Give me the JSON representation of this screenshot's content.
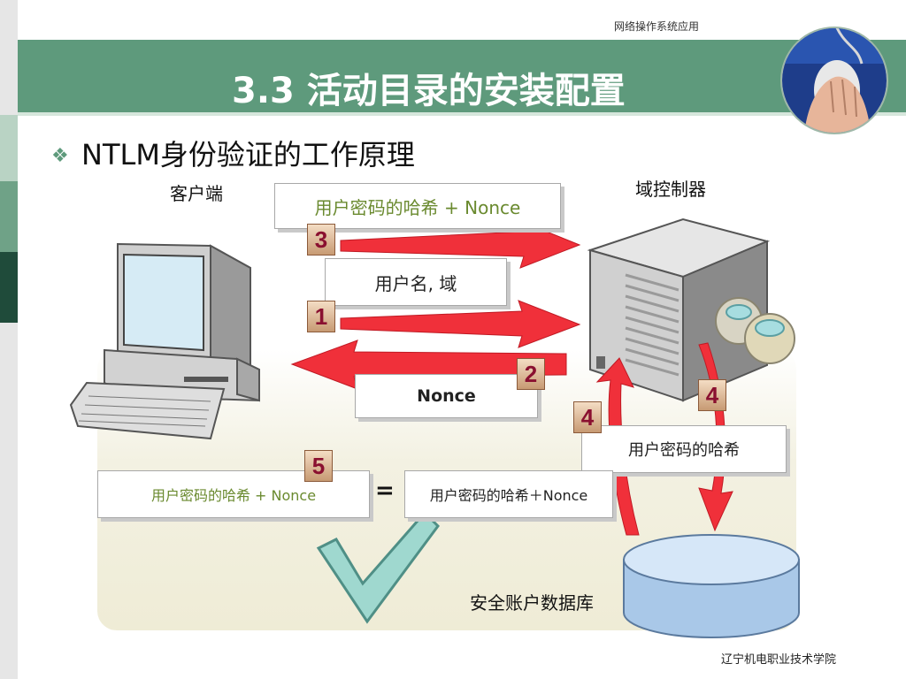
{
  "header": {
    "course_name": "网络操作系统应用",
    "title": "3.3 活动目录的安装配置",
    "photo": "mouse-hand-photo"
  },
  "content": {
    "bullet_icon": "diamond-bullet-icon",
    "subtitle": "NTLM身份验证的工作原理"
  },
  "diagram": {
    "client_label": "客户端",
    "dc_label": "域控制器",
    "db_label": "安全账户数据库",
    "messages": {
      "step3": "用户密码的哈希 + Nonce",
      "step1": "用户名, 域",
      "step2": "Nonce",
      "step4": "用户密码的哈希",
      "compare_left": "用户密码的哈希 + Nonce",
      "equals": "=",
      "compare_right": "用户密码的哈希＋Nonce"
    },
    "steps": [
      "3",
      "1",
      "2",
      "4",
      "4",
      "5"
    ],
    "arrow_color": "#f0303a",
    "check_color": "#9fd8cf"
  },
  "footer": {
    "school": "辽宁机电职业技术学院"
  },
  "colors": {
    "banner": "#5e9a7c",
    "number_text": "#8a1030"
  }
}
